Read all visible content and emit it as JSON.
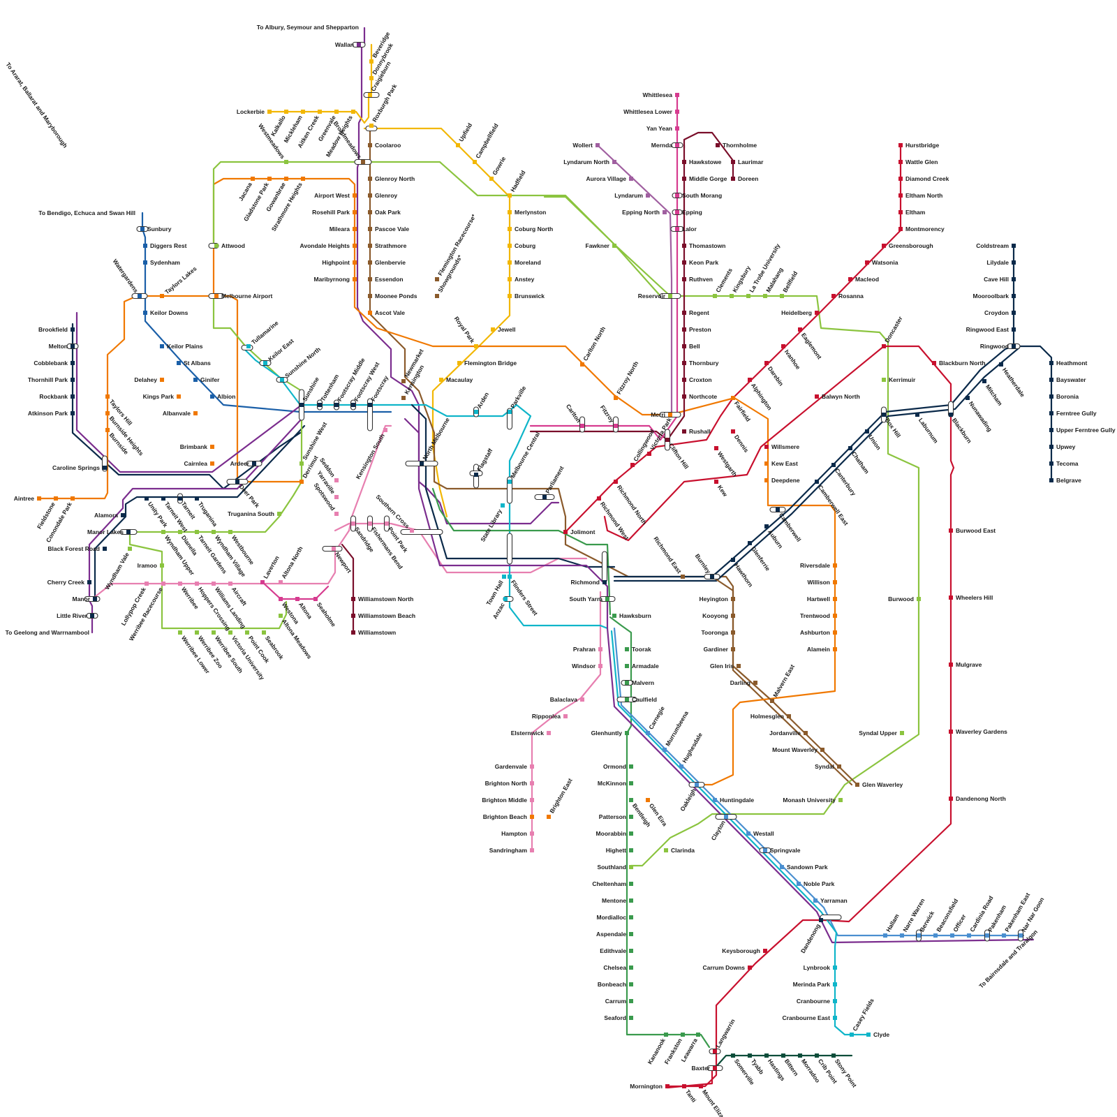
{
  "lines": {
    "sunbury": {
      "color": "#1a5fa8"
    },
    "craigieburn": {
      "color": "#f2b705"
    },
    "upfield": {
      "color": "#f2b705"
    },
    "mernda": {
      "color": "#d63b8f"
    },
    "hurstbridge": {
      "color": "#c8102e"
    },
    "lilydale": {
      "color": "#0b2a4a"
    },
    "belgrave": {
      "color": "#0b2a4a"
    },
    "glen_waverley": {
      "color": "#8a5a2b"
    },
    "frankston": {
      "color": "#3a9a4d"
    },
    "sandringham": {
      "color": "#e77fb0"
    },
    "werribee": {
      "color": "#e77fb0"
    },
    "cranbourne": {
      "color": "#0fb5c9"
    },
    "pakenham": {
      "color": "#4a8fd0"
    },
    "airport": {
      "color": "#f07800"
    },
    "suburban_rail_loop": {
      "color": "#8bc43f"
    },
    "regional_purple": {
      "color": "#7b2d8e"
    },
    "stony_point": {
      "color": "#0d4d3a"
    },
    "dandenong_east": {
      "color": "#c8102e"
    },
    "mernda_dark": {
      "color": "#7a0e2a"
    },
    "whittlesea": {
      "color": "#d63b8f"
    },
    "wollert": {
      "color": "#a05fa0"
    }
  },
  "terminals": {
    "albury": "To Albury, Seymour and Shepparton",
    "bendigo": "To Bendigo, Echuca and Swan Hill",
    "ararat": "To Ararat, Ballarat and Maryborough",
    "geelong": "To Geelong and Warrnambool",
    "bairnsdale": "To Bairnsdale and Traralgon"
  },
  "stations": {
    "wallan": "Wallan",
    "beveridge": "Beveridge",
    "donnybrook": "Donnybrook",
    "craigieburn": "Craigieburn",
    "roxburgh_park": "Roxburgh Park",
    "coolaroo": "Coolaroo",
    "broadmeadows": "Broadmeadows",
    "glenroy_north": "Glenroy North",
    "glenroy": "Glenroy",
    "oak_park": "Oak Park",
    "pascoe_vale": "Pascoe Vale",
    "strathmore": "Strathmore",
    "glenbervie": "Glenbervie",
    "essendon": "Essendon",
    "moonee_ponds": "Moonee Ponds",
    "ascot_vale": "Ascot Vale",
    "newmarket": "Newmarket",
    "kensington": "Kensington",
    "lockerbie": "Lockerbie",
    "kalkallo": "Kalkallo",
    "mickleham": "Mickleham",
    "aitken_creek": "Aitken Creek",
    "greenvale": "Greenvale",
    "meadow_heights": "Meadow Heights",
    "westmeadows": "Westmeadows",
    "upfield": "Upfield",
    "campbellfield": "Campbellfield",
    "gowrie": "Gowrie",
    "hadfield": "Hadfield",
    "merlynston": "Merlynston",
    "coburg_north": "Coburg North",
    "coburg": "Coburg",
    "moreland": "Moreland",
    "anstey": "Anstey",
    "brunswick": "Brunswick",
    "jewell": "Jewell",
    "royal_park": "Royal Park",
    "flemington_bridge": "Flemington Bridge",
    "macaulay": "Macaulay",
    "jacana": "Jacana",
    "gladstone_park": "Gladstone Park",
    "gowanbrae": "Gowanbrae",
    "strathmore_heights": "Strathmore Heights",
    "airport_west": "Airport West",
    "rosehill_park": "Rosehill Park",
    "mileara": "Mileara",
    "avondale_heights": "Avondale Heights",
    "highpoint": "Highpoint",
    "maribyrnong": "Maribyrnong",
    "flemington_racecourse": "Flemington Racecourse*",
    "showgrounds": "Showgrounds*",
    "attwood": "Attwood",
    "melbourne_airport": "Melbourne Airport",
    "tullamarine": "Tullamarine",
    "keilor_east": "Keilor East",
    "sunshine_north": "Sunshine North",
    "sunbury": "Sunbury",
    "diggers_rest": "Diggers Rest",
    "sydenham": "Sydenham",
    "watergardens": "Watergardens",
    "taylors_lakes": "Taylors Lakes",
    "keilor_downs": "Keilor Downs",
    "keilor_plains": "Keilor Plains",
    "st_albans": "St Albans",
    "ginifer": "Ginifer",
    "albion": "Albion",
    "delahey": "Delahey",
    "kings_park": "Kings Park",
    "albanvale": "Albanvale",
    "brimbank": "Brimbank",
    "cairnlea": "Cairnlea",
    "ardeer": "Ardeer",
    "deer_park": "Deer Park",
    "taylors_hill": "Taylors Hill",
    "burnside_heights": "Burnside Heights",
    "burnside": "Burnside",
    "caroline_springs": "Caroline Springs",
    "aintree": "Aintree",
    "fieldstone": "Fieldstone",
    "cobblebank": "Cobblebank",
    "melton": "Melton",
    "brookfield": "Brookfield",
    "thornhill_park": "Thornhill Park",
    "rockbank": "Rockbank",
    "atkinson_park": "Atkinson Park",
    "conondale_park": "Conondale Park",
    "sunshine": "Sunshine",
    "tottenham": "Tottenham",
    "footscray_middle": "Footscray Middle",
    "footscray_west": "Footscray West",
    "footscray": "Footscray",
    "sunshine_west": "Sunshine West",
    "derrimut": "Derrimut",
    "truganina_south": "Truganina South",
    "kensington_south": "Kensington South",
    "seddon": "Seddon",
    "yarraville": "Yarraville",
    "spotswood": "Spotswood",
    "newport": "Newport",
    "sandridge": "Sandridge",
    "fishermans_bend": "Fishermans Bend",
    "point_park": "Point Park",
    "southern_cross": "Southern Cross",
    "north_melbourne": "North Melbourne",
    "arden": "Arden",
    "parkville": "Parkville",
    "flagstaff": "Flagstaff",
    "melbourne_central": "Melbourne Central",
    "state_library": "State Library",
    "parliament": "Parliament",
    "town_hall": "Town Hall",
    "flinders_street": "Flinders Street",
    "anzac": "Anzac",
    "jolimont": "Jolimont",
    "carlton": "Carlton",
    "fitzroy": "Fitzroy",
    "carlton_north": "Carlton North",
    "fitzroy_north": "Fitzroy North",
    "williamstown_north": "Williamstown North",
    "williamstown_beach": "Williamstown Beach",
    "williamstown": "Williamstown",
    "laverton": "Laverton",
    "altona_north": "Altona North",
    "westona": "Westona",
    "altona": "Altona",
    "seaholme": "Seaholme",
    "altona_meadows": "Altona Meadows",
    "aircraft": "Aircraft",
    "williams_landing": "Williams Landing",
    "hoppers_crossing": "Hoppers Crossing",
    "werribee": "Werribee",
    "werribee_racecourse": "Werribee Racecourse",
    "lollypop_creek": "Lollypop Creek",
    "wyndham_vale": "Wyndham Vale",
    "iramoo": "Iramoo",
    "manor_lakes": "Manor Lakes",
    "alamora": "Alamora",
    "black_forest_road": "Black Forest Road",
    "cherry_creek": "Cherry Creek",
    "manor": "Manor",
    "little_river": "Little River",
    "unity_park": "Unity Park",
    "tarneit_west": "Tarneit West",
    "tarneit": "Tarneit",
    "truganina": "Truganina",
    "wyndham_upper": "Wyndham Upper",
    "dianella": "Dianella",
    "tarneit_gardens": "Tarneit Gardens",
    "wyndham_village": "Wyndham Village",
    "westbourne": "Westbourne",
    "werribee_lower": "Werribee Lower",
    "werribee_zoo": "Werribee Zoo",
    "werribee_south": "Werribee South",
    "victoria_university": "Victoria University",
    "point_cook": "Point Cook",
    "seabrook": "Seabrook",
    "whittlesea": "Whittlesea",
    "whittlesea_lower": "Whittlesea Lower",
    "yan_yean": "Yan Yean",
    "mernda": "Mernda",
    "thornholme": "Thornholme",
    "hawkstowe": "Hawkstowe",
    "laurimar": "Laurimar",
    "middle_gorge": "Middle Gorge",
    "doreen": "Doreen",
    "south_morang": "South Morang",
    "epping": "Epping",
    "lalor": "Lalor",
    "thomastown": "Thomastown",
    "keon_park": "Keon Park",
    "ruthven": "Ruthven",
    "reservoir": "Reservoir",
    "regent": "Regent",
    "preston": "Preston",
    "bell": "Bell",
    "thornbury": "Thornbury",
    "croxton": "Croxton",
    "northcote": "Northcote",
    "merri": "Merri",
    "rushall": "Rushall",
    "clifton_hill": "Clifton Hill",
    "victoria_park": "Victoria Park",
    "collingwood": "Collingwood",
    "richmond_north": "Richmond North",
    "richmond_west": "Richmond West",
    "wollert": "Wollert",
    "lyndarum_north": "Lyndarum North",
    "aurora_village": "Aurora Village",
    "lyndarum": "Lyndarum",
    "epping_north": "Epping North",
    "fawkner": "Fawkner",
    "clements": "Clements",
    "kingsbury": "Kingsbury",
    "la_trobe_university": "La Trobe University",
    "malahang": "Malahang",
    "bellfield": "Bellfield",
    "hurstbridge": "Hurstbridge",
    "wattle_glen": "Wattle Glen",
    "diamond_creek": "Diamond Creek",
    "eltham_north": "Eltham North",
    "eltham": "Eltham",
    "montmorency": "Montmorency",
    "greensborough": "Greensborough",
    "watsonia": "Watsonia",
    "macleod": "Macleod",
    "rosanna": "Rosanna",
    "heidelberg": "Heidelberg",
    "eaglemont": "Eaglemont",
    "ivanhoe": "Ivanhoe",
    "darebin": "Darebin",
    "alphington": "Alphington",
    "fairfield": "Fairfield",
    "dennis": "Dennis",
    "westgarth": "Westgarth",
    "doncaster": "Doncaster",
    "kerrimuir": "Kerrimuir",
    "balwyn_north": "Balwyn North",
    "willsmere": "Willsmere",
    "kew_east": "Kew East",
    "deepdene": "Deepdene",
    "kew": "Kew",
    "blackburn_north": "Blackburn North",
    "burwood_east": "Burwood East",
    "wheelers_hill": "Wheelers Hill",
    "mulgrave": "Mulgrave",
    "waverley_gardens": "Waverley Gardens",
    "dandenong_north": "Dandenong North",
    "coldstream": "Coldstream",
    "lilydale": "Lilydale",
    "cave_hill": "Cave Hill",
    "mooroolbark": "Mooroolbark",
    "croydon": "Croydon",
    "ringwood_east": "Ringwood East",
    "ringwood": "Ringwood",
    "heathmont": "Heathmont",
    "bayswater": "Bayswater",
    "boronia": "Boronia",
    "ferntree_gully": "Ferntree Gully",
    "upper_ferntree_gully": "Upper Ferntree Gully",
    "upwey": "Upwey",
    "tecoma": "Tecoma",
    "belgrave": "Belgrave",
    "heatherdale": "Heatherdale",
    "mitcham": "Mitcham",
    "nunawading": "Nunawading",
    "blackburn": "Blackburn",
    "laburnum": "Laburnum",
    "box_hill": "Box Hill",
    "union": "Union",
    "chatham": "Chatham",
    "canterbury": "Canterbury",
    "camberwell_east": "Camberwell East",
    "camberwell": "Camberwell",
    "auburn": "Auburn",
    "glenferrie": "Glenferrie",
    "hawthorn": "Hawthorn",
    "burnley": "Burnley",
    "richmond_east": "Richmond East",
    "richmond": "Richmond",
    "south_yarra": "South Yarra",
    "riversdale": "Riversdale",
    "willison": "Willison",
    "hartwell": "Hartwell",
    "trentwood": "Trentwood",
    "ashburton": "Ashburton",
    "alamein": "Alamein",
    "heyington": "Heyington",
    "kooyong": "Kooyong",
    "tooronga": "Tooronga",
    "gardiner": "Gardiner",
    "glen_iris": "Glen Iris",
    "darling": "Darling",
    "malvern_east": "Malvern East",
    "holmesglen": "Holmesglen",
    "jordanville": "Jordanville",
    "mount_waverley": "Mount Waverley",
    "syndal": "Syndal",
    "glen_waverley": "Glen Waverley",
    "burwood": "Burwood",
    "syndal_upper": "Syndal Upper",
    "monash_university": "Monash University",
    "clayton": "Clayton",
    "clarinda": "Clarinda",
    "hawksburn": "Hawksburn",
    "toorak": "Toorak",
    "armadale": "Armadale",
    "malvern": "Malvern",
    "caulfield": "Caulfield",
    "carnegie": "Carnegie",
    "murrumbeena": "Murrumbeena",
    "hughesdale": "Hughesdale",
    "oakleigh": "Oakleigh",
    "huntingdale": "Huntingdale",
    "westall": "Westall",
    "springvale": "Springvale",
    "sandown_park": "Sandown Park",
    "noble_park": "Noble Park",
    "yarraman": "Yarraman",
    "dandenong": "Dandenong",
    "prahran": "Prahran",
    "windsor": "Windsor",
    "balaclava": "Balaclava",
    "ripponlea": "Ripponlea",
    "elsternwick": "Elsternwick",
    "gardenvale": "Gardenvale",
    "brighton_north": "Brighton North",
    "brighton_middle": "Brighton Middle",
    "brighton_beach": "Brighton Beach",
    "brighton_east": "Brighton East",
    "hampton": "Hampton",
    "sandringham": "Sandringham",
    "glenhuntly": "Glenhuntly",
    "ormond": "Ormond",
    "mckinnon": "McKinnon",
    "bentleigh": "Bentleigh",
    "glen_eira": "Glen Eira",
    "patterson": "Patterson",
    "moorabbin": "Moorabbin",
    "highett": "Highett",
    "southland": "Southland",
    "cheltenham": "Cheltenham",
    "mentone": "Mentone",
    "mordialloc": "Mordialloc",
    "aspendale": "Aspendale",
    "edithvale": "Edithvale",
    "chelsea": "Chelsea",
    "bonbeach": "Bonbeach",
    "carrum": "Carrum",
    "seaford": "Seaford",
    "kananook": "Kananook",
    "frankston": "Frankston",
    "leawarra": "Leawarra",
    "langwarrin": "Langwarrin",
    "baxter": "Baxter",
    "somerville": "Somerville",
    "tyabb": "Tyabb",
    "hastings": "Hastings",
    "bittern": "Bittern",
    "morradoo": "Morradoo",
    "crib_point": "Crib Point",
    "stony_point": "Stony Point",
    "mornington": "Mornington",
    "tanti": "Tanti",
    "mount_eliza": "Mount Eliza",
    "keysborough": "Keysborough",
    "carrum_downs": "Carrum Downs",
    "lynbrook": "Lynbrook",
    "merinda_park": "Merinda Park",
    "cranbourne": "Cranbourne",
    "cranbourne_east": "Cranbourne East",
    "casey_fields": "Casey Fields",
    "clyde": "Clyde",
    "hallam": "Hallam",
    "narre_warren": "Narre Warren",
    "berwick": "Berwick",
    "beaconsfield": "Beaconsfield",
    "officer": "Officer",
    "cardinia_road": "Cardinia Road",
    "pakenham": "Pakenham",
    "pakenham_east": "Pakenham East",
    "nar_nar_goon": "Nar Nar Goon"
  }
}
